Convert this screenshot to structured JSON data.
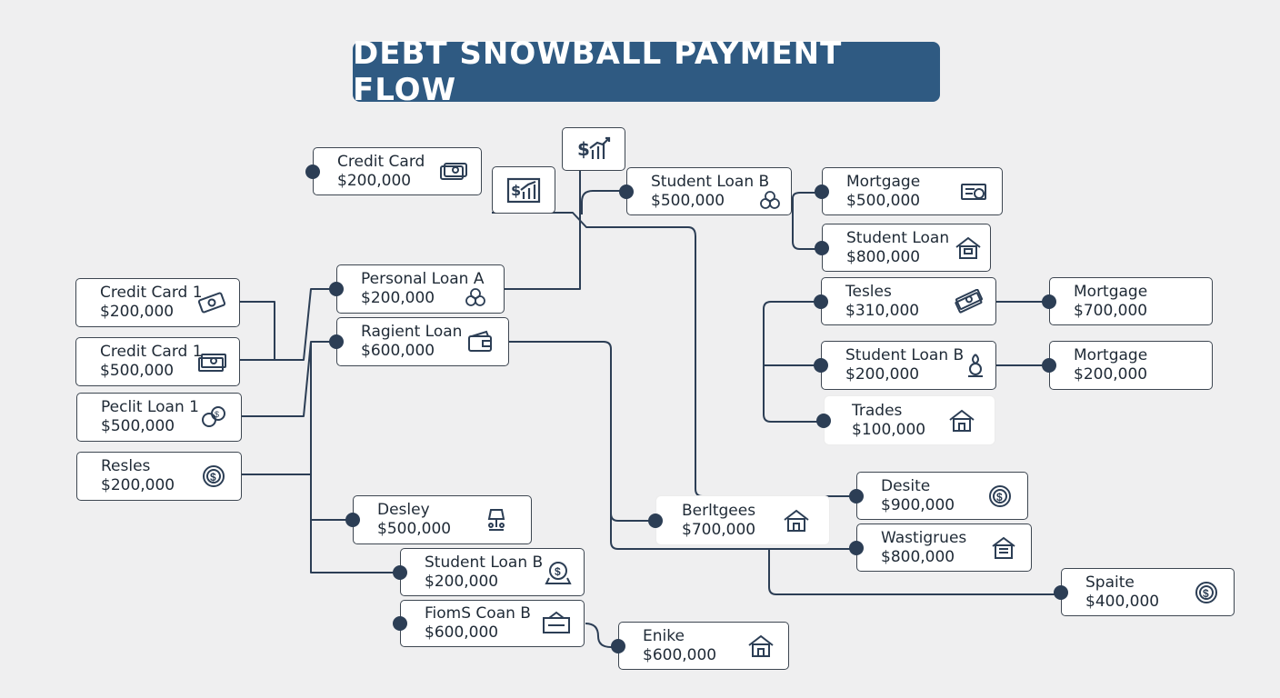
{
  "title": "DEBT SNOWBALL PAYMENT FLOW",
  "colors": {
    "banner": "#2f5a82",
    "line": "#2c3e55",
    "background": "#efeff0"
  },
  "icon_boxes": [
    {
      "id": "chart-top",
      "icon": "chart-dollar-icon"
    },
    {
      "id": "chart-left",
      "icon": "chart-dollar-icon"
    }
  ],
  "nodes": [
    {
      "id": "n1",
      "line1": "Credit Card",
      "line2": "$200,000",
      "icon": "cash-icon"
    },
    {
      "id": "n2",
      "line1": "Credit Card 1",
      "line2": "$200,000",
      "icon": "cash-icon"
    },
    {
      "id": "n3",
      "line1": "Credit Card 1",
      "line2": "$500,000",
      "icon": "cash-stack-icon"
    },
    {
      "id": "n4",
      "line1": "Peclit Loan 1",
      "line2": "$500,000",
      "icon": "coin-link-icon"
    },
    {
      "id": "n5",
      "line1": "Resles",
      "line2": "$200,000",
      "icon": "dollar-circle-icon"
    },
    {
      "id": "n6",
      "line1": "Personal Loan A",
      "line2": "$200,000",
      "icon": "coins-icon"
    },
    {
      "id": "n7",
      "line1": "Ragient Loan",
      "line2": "$600,000",
      "icon": "wallet-icon"
    },
    {
      "id": "n8",
      "line1": "Student Loan B",
      "line2": "$500,000",
      "icon": "coins-icon"
    },
    {
      "id": "n9",
      "line1": "Mortgage",
      "line2": "$500,000",
      "icon": "check-icon"
    },
    {
      "id": "n10",
      "line1": "Student Loan",
      "line2": "$800,000",
      "icon": "house-icon"
    },
    {
      "id": "n11",
      "line1": "Tesles",
      "line2": "$310,000",
      "icon": "cash-stack-icon"
    },
    {
      "id": "n12",
      "line1": "Mortgage",
      "line2": "$700,000",
      "icon": ""
    },
    {
      "id": "n13",
      "line1": "Student Loan B",
      "line2": "$200,000",
      "icon": "person-pin-icon"
    },
    {
      "id": "n14",
      "line1": "Mortgage",
      "line2": "$200,000",
      "icon": ""
    },
    {
      "id": "n15",
      "line1": "Trades",
      "line2": "$100,000",
      "icon": "house-icon"
    },
    {
      "id": "n16",
      "line1": "Desley",
      "line2": "$500,000",
      "icon": "lamp-icon"
    },
    {
      "id": "n17",
      "line1": "Student Loan B",
      "line2": "$200,000",
      "icon": "dollar-circle-icon"
    },
    {
      "id": "n18",
      "line1": "FiomS Coan B",
      "line2": "$600,000",
      "icon": "sign-icon"
    },
    {
      "id": "n19",
      "line1": "Berltgees",
      "line2": "$700,000",
      "icon": "house-icon"
    },
    {
      "id": "n20",
      "line1": "Desite",
      "line2": "$900,000",
      "icon": "dollar-circle-icon"
    },
    {
      "id": "n21",
      "line1": "Wastigrues",
      "line2": "$800,000",
      "icon": "building-icon"
    },
    {
      "id": "n22",
      "line1": "Spaite",
      "line2": "$400,000",
      "icon": "dollar-circle-icon"
    },
    {
      "id": "n23",
      "line1": "Enike",
      "line2": "$600,000",
      "icon": "house-icon"
    }
  ]
}
